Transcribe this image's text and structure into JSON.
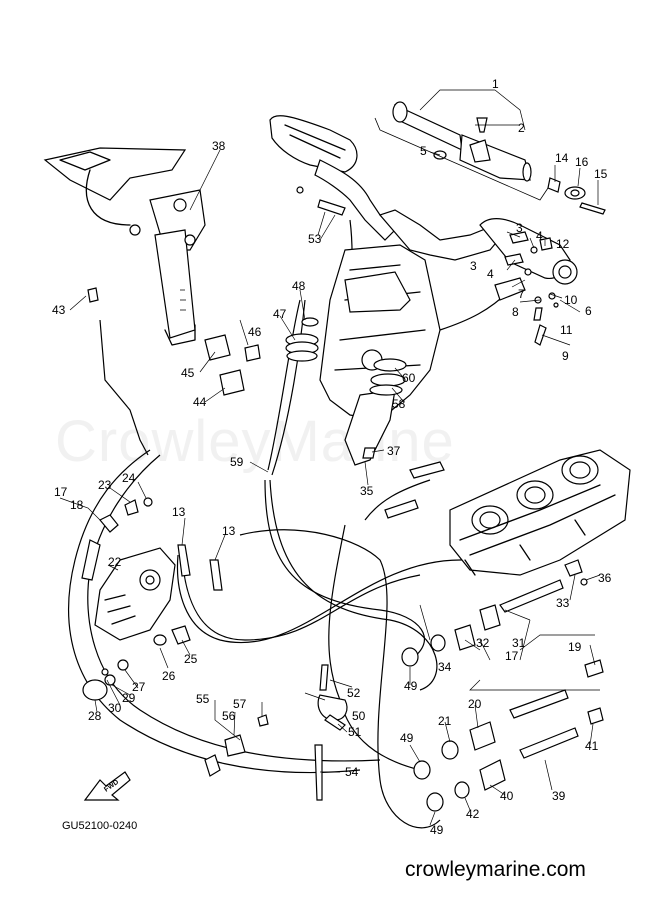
{
  "watermark": "CrowleyMarine",
  "drawing_code": "GU52100-0240",
  "site_url": "crowleymarine.com",
  "fwd_label": "FWD",
  "callouts": [
    "1",
    "2",
    "3",
    "3",
    "4",
    "4",
    "5",
    "6",
    "7",
    "8",
    "9",
    "10",
    "11",
    "12",
    "13",
    "13",
    "14",
    "15",
    "16",
    "17",
    "17",
    "18",
    "19",
    "20",
    "21",
    "22",
    "23",
    "24",
    "25",
    "26",
    "27",
    "28",
    "29",
    "30",
    "31",
    "32",
    "33",
    "34",
    "35",
    "36",
    "37",
    "38",
    "39",
    "40",
    "41",
    "42",
    "43",
    "44",
    "45",
    "46",
    "47",
    "48",
    "49",
    "49",
    "49",
    "50",
    "51",
    "52",
    "53",
    "54",
    "55",
    "56",
    "57",
    "58",
    "59",
    "60"
  ]
}
